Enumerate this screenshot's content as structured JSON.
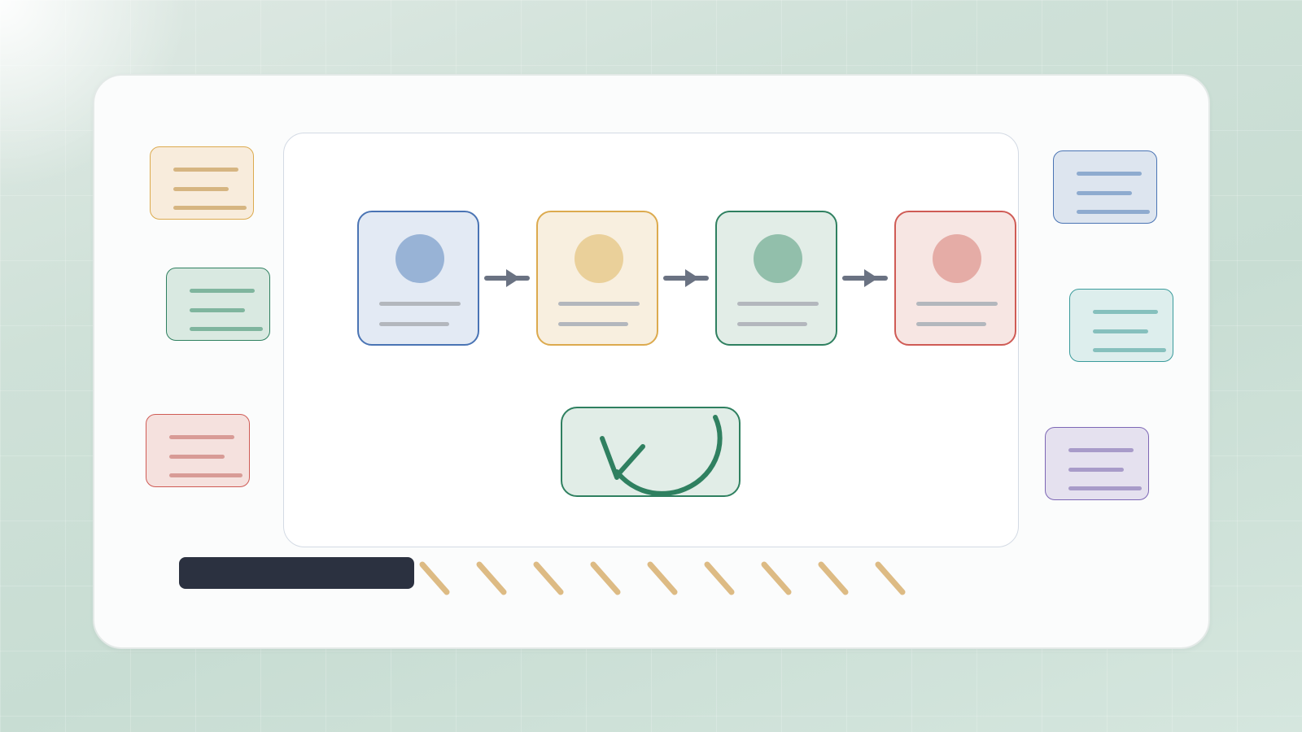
{
  "palette": {
    "blue": {
      "border": "#4a74b4",
      "fill": "#e3eaf4",
      "accent": "#98b3d6"
    },
    "yellow": {
      "border": "#dcaa4e",
      "fill": "#f8efdf",
      "accent": "#ead09a"
    },
    "green": {
      "border": "#2f8060",
      "fill": "#e2ede7",
      "accent": "#92bfab"
    },
    "red": {
      "border": "#cf5b55",
      "fill": "#f7e6e3",
      "accent": "#e5aca6"
    },
    "teal": {
      "border": "#3a9b9b",
      "fill": "#dff0ef",
      "accent": "#8cc4c2"
    },
    "purple": {
      "border": "#7d67b5",
      "fill": "#e6e2ef",
      "accent": "#a99cc9"
    }
  },
  "side_notes": {
    "left": [
      "yellow",
      "green",
      "red"
    ],
    "right": [
      "blue",
      "teal",
      "purple"
    ]
  },
  "workflow_cards": [
    "blue",
    "yellow",
    "green",
    "red"
  ],
  "confirm_icon": "checkmark-refresh-icon",
  "progress": {
    "fraction": 0.32,
    "fill_color": "#2b3140",
    "remaining_color": "#ddbb84"
  }
}
